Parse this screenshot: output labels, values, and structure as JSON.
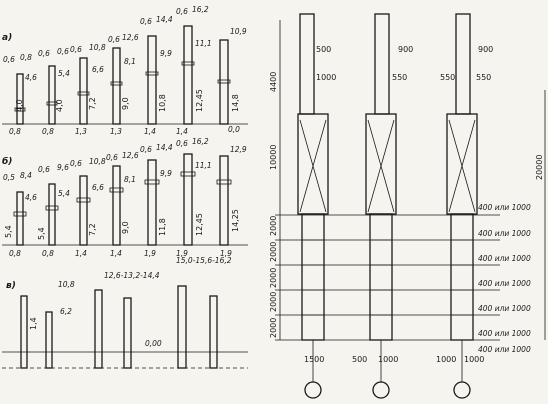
{
  "left_panel": {
    "row_a": {
      "letter": "а)",
      "groups": [
        {
          "top": [
            "0,6",
            "0,8"
          ],
          "mid": "4,6",
          "vert": "4,0",
          "base": "0,8"
        },
        {
          "top": [
            "0,6",
            "0,6"
          ],
          "mid": "5,4",
          "vert": "4,0",
          "base": "0,8"
        },
        {
          "top": [
            "0,6",
            "10,8"
          ],
          "mid": "6,6",
          "vert": "7,2",
          "base": "1,3"
        },
        {
          "top": [
            "0,6",
            "12,6"
          ],
          "mid": "8,1",
          "vert": "9,0",
          "base": "1,3"
        },
        {
          "top": [
            "0,6",
            "14,4"
          ],
          "mid": "9,9",
          "vert": "10,8",
          "base": "1,4"
        },
        {
          "top": [
            "0,6",
            "16,2"
          ],
          "mid": "11,1",
          "vert": "12,45",
          "base": "1,4"
        },
        {
          "top": [
            "10,9"
          ],
          "mid": "",
          "vert": "14,8",
          "base": "0,0"
        }
      ]
    },
    "row_b": {
      "letter": "б)",
      "groups": [
        {
          "top": [
            "0,5",
            "8,4"
          ],
          "mid": "4,6",
          "vert": "5,4",
          "base": "0,8"
        },
        {
          "top": [
            "0,6",
            "9,6"
          ],
          "mid": "5,4",
          "vert": "5,4",
          "base": "0,8"
        },
        {
          "top": [
            "0,6",
            "10,8"
          ],
          "mid": "6,6",
          "vert": "7,2",
          "base": "1,4"
        },
        {
          "top": [
            "0,6",
            "12,6"
          ],
          "mid": "8,1",
          "vert": "9,0",
          "base": "1,4"
        },
        {
          "top": [
            "0,6",
            "14,4"
          ],
          "mid": "9,9",
          "vert": "11,8",
          "base": "1,9"
        },
        {
          "top": [
            "0,6",
            "16,2"
          ],
          "mid": "11,1",
          "vert": "12,45",
          "base": "1,9"
        },
        {
          "top": [
            "12,9"
          ],
          "mid": "",
          "vert": "14,25",
          "base": "1,9"
        }
      ]
    },
    "row_v": {
      "letter": "в)",
      "labels": [
        "10,8",
        "6,2",
        "1,4",
        "12,6-13,2-14,4",
        "15,0-15,6-16,2",
        "0,00"
      ]
    }
  },
  "right_panel": {
    "top_dims": [
      "500",
      "900",
      "900"
    ],
    "upper_dims": [
      "1000",
      "550",
      "550",
      "550"
    ],
    "left_vertical": [
      "4400",
      "10000",
      "2000",
      "2000",
      "2000",
      "2000",
      "2000"
    ],
    "right_vertical": [
      "20000"
    ],
    "side_notes": [
      "400 или 1000",
      "400 или 1000",
      "400 или 1000",
      "400 или 1000",
      "400 или 1000",
      "400 или 1000",
      "400 или 1000"
    ],
    "bottom_dims": [
      "1500",
      "500",
      "1000",
      "1000",
      "1000"
    ]
  }
}
